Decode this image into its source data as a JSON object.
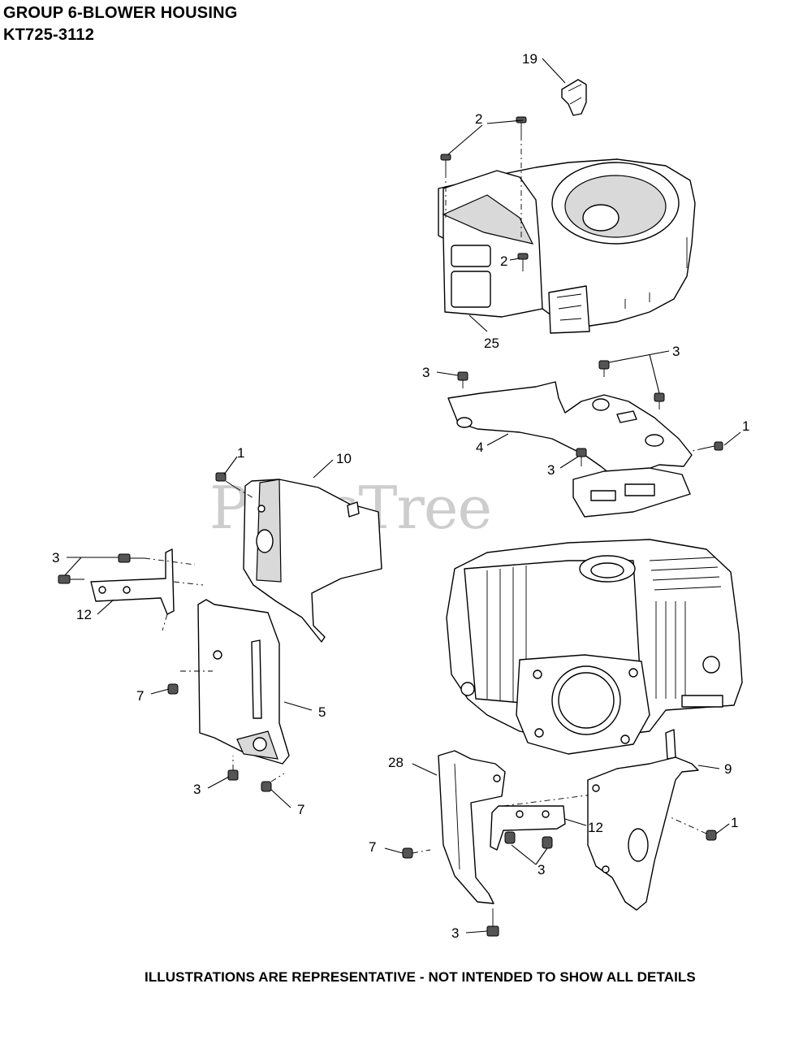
{
  "header": {
    "group_title": "GROUP 6-BLOWER HOUSING",
    "model": "KT725-3112"
  },
  "footer": {
    "disclaimer": "ILLUSTRATIONS ARE REPRESENTATIVE - NOT INTENDED TO SHOW ALL DETAILS"
  },
  "watermark": "PartsTree",
  "callouts": {
    "c19": "19",
    "c2a": "2",
    "c2b": "2",
    "c25": "25",
    "c3a": "3",
    "c3b": "3",
    "c1a": "1",
    "c4": "4",
    "c3c": "3",
    "c1b": "1",
    "c10": "10",
    "c3d": "3",
    "c12a": "12",
    "c7a": "7",
    "c5": "5",
    "c3e": "3",
    "c7b": "7",
    "c28": "28",
    "c9": "9",
    "c1c": "1",
    "c12b": "12",
    "c7c": "7",
    "c3f": "3",
    "c3g": "3"
  }
}
